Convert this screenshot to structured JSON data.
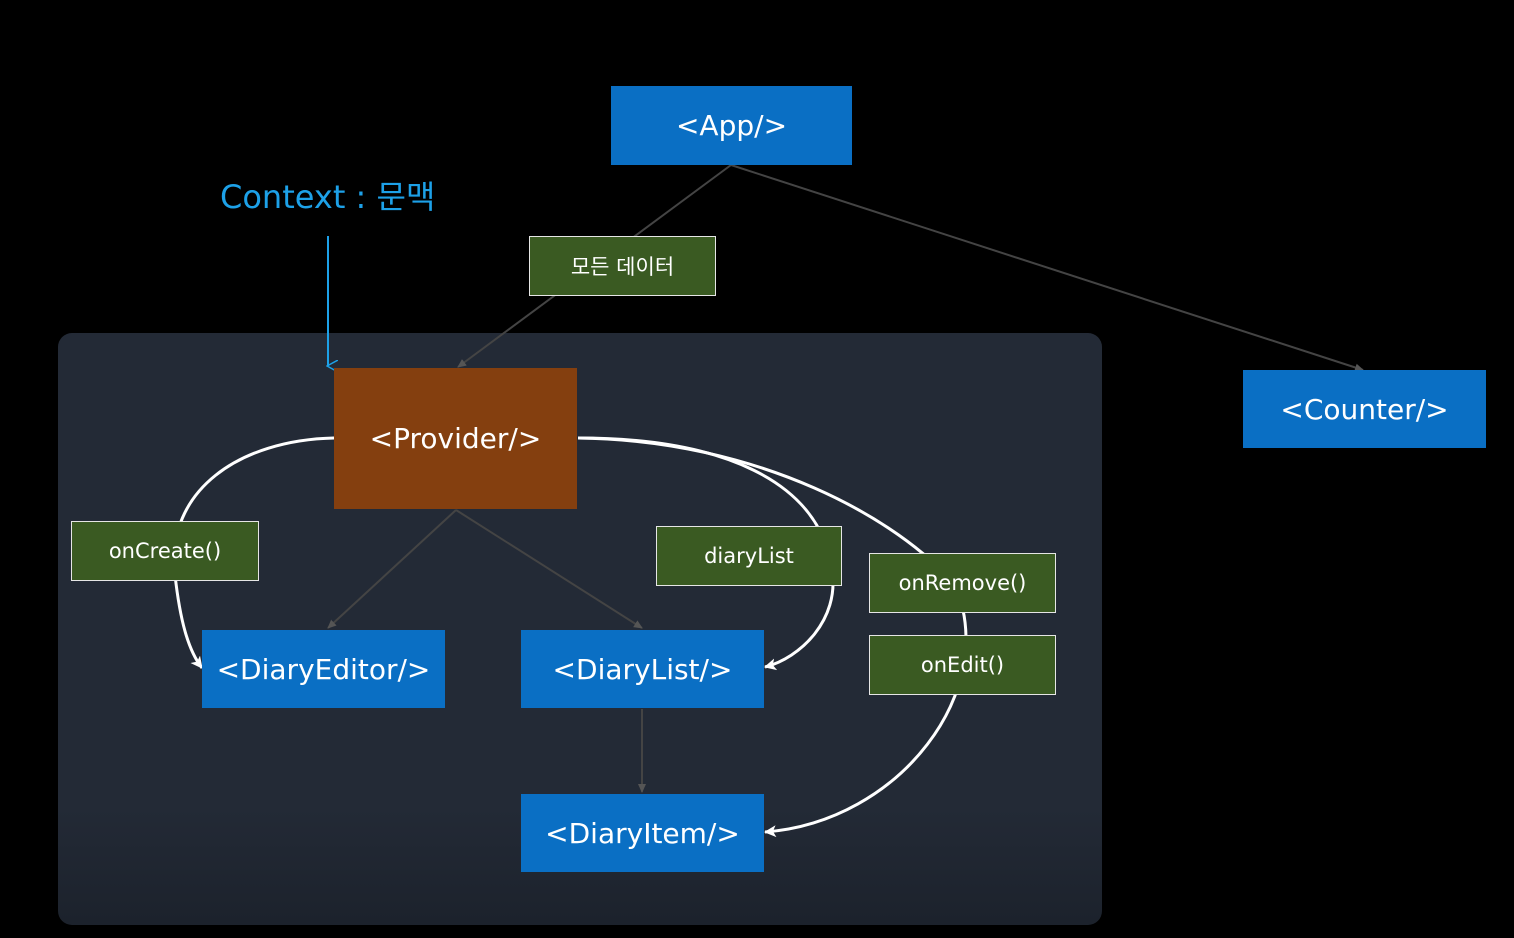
{
  "context_label": "Context : 문맥",
  "nodes": {
    "app": "<App/>",
    "counter": "<Counter/>",
    "provider": "<Provider/>",
    "diary_editor": "<DiaryEditor/>",
    "diary_list": "<DiaryList/>",
    "diary_item": "<DiaryItem/>"
  },
  "tags": {
    "all_data": "모든 데이터",
    "on_create": "onCreate()",
    "diary_list": "diaryList",
    "on_remove": "onRemove()",
    "on_edit": "onEdit()"
  },
  "colors": {
    "component": "#0a6fc4",
    "provider": "#843f0f",
    "tag": "#3a5a22",
    "context_label": "#1da1e8",
    "context_area": "#232a36"
  }
}
